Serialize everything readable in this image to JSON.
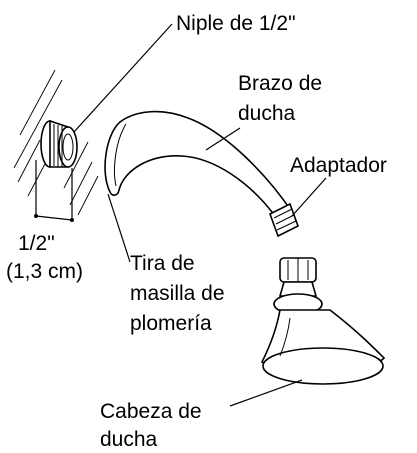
{
  "labels": {
    "nipple": "Niple de 1/2\"",
    "arm_line1": "Brazo de",
    "arm_line2": "ducha",
    "adapter": "Adaptador",
    "size_line1": "1/2\"",
    "size_line2": "(1,3 cm)",
    "tape_line1": "Tira de",
    "tape_line2": "masilla de",
    "tape_line3": "plomería",
    "head_line1": "Cabeza de",
    "head_line2": "ducha"
  }
}
